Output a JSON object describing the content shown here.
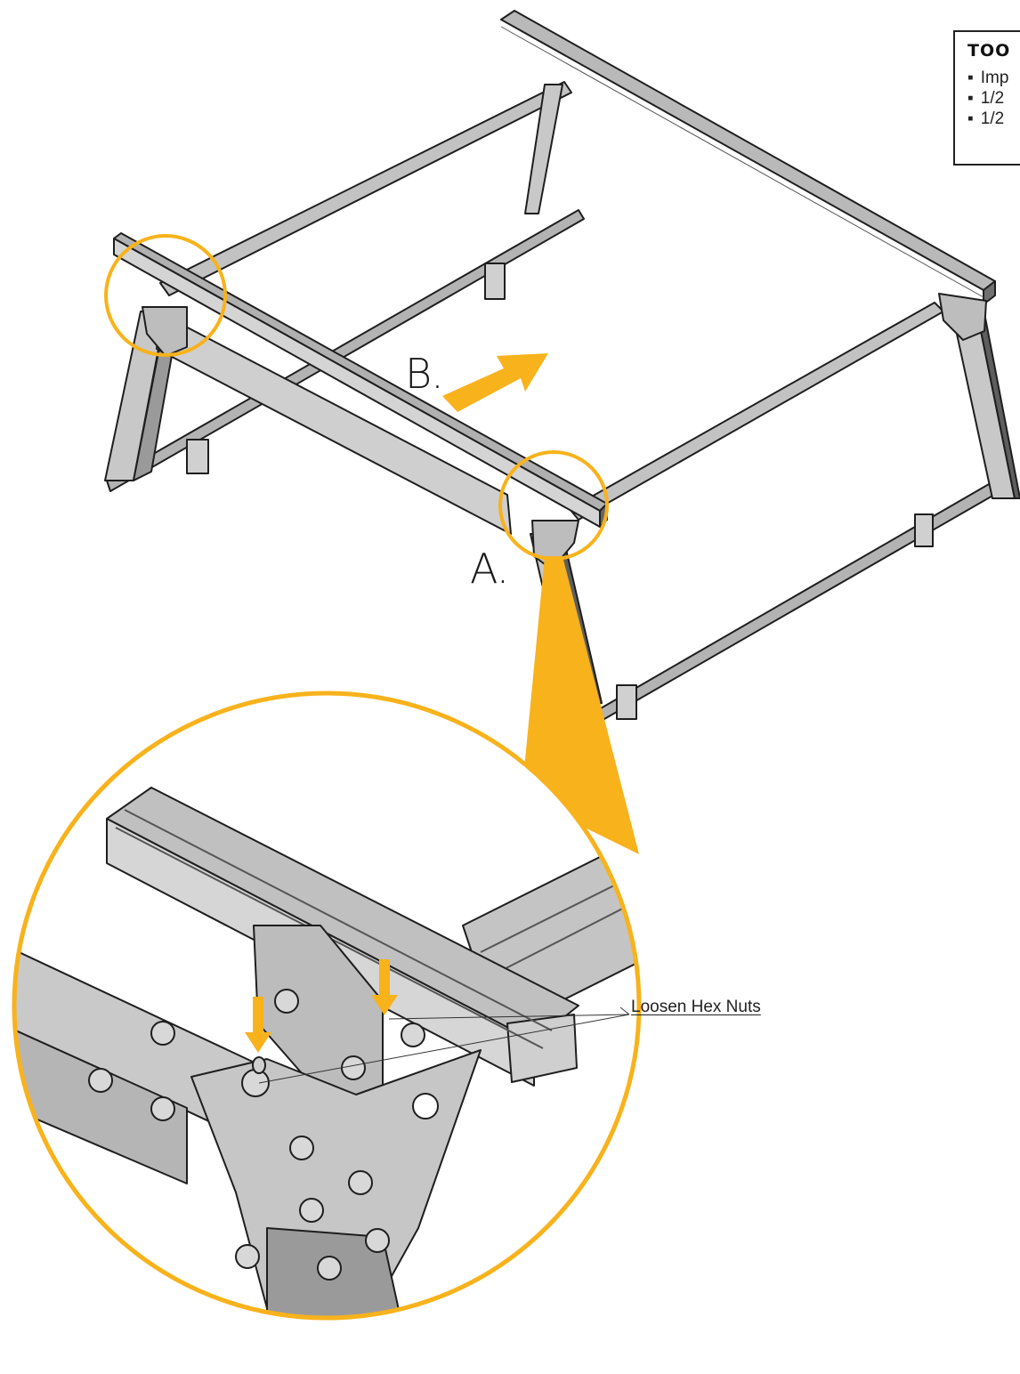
{
  "callouts": {
    "a": "A.",
    "b": "B."
  },
  "tools": {
    "title": "TOO",
    "items": [
      "Imp",
      "1/2",
      "1/2"
    ]
  },
  "detail": {
    "annotation": "Loosen Hex Nuts"
  },
  "colors": {
    "accent": "#F8B21B",
    "metal": "#C9C9C9",
    "metal_dark": "#8E8E8E",
    "line": "#1E1E1E"
  }
}
